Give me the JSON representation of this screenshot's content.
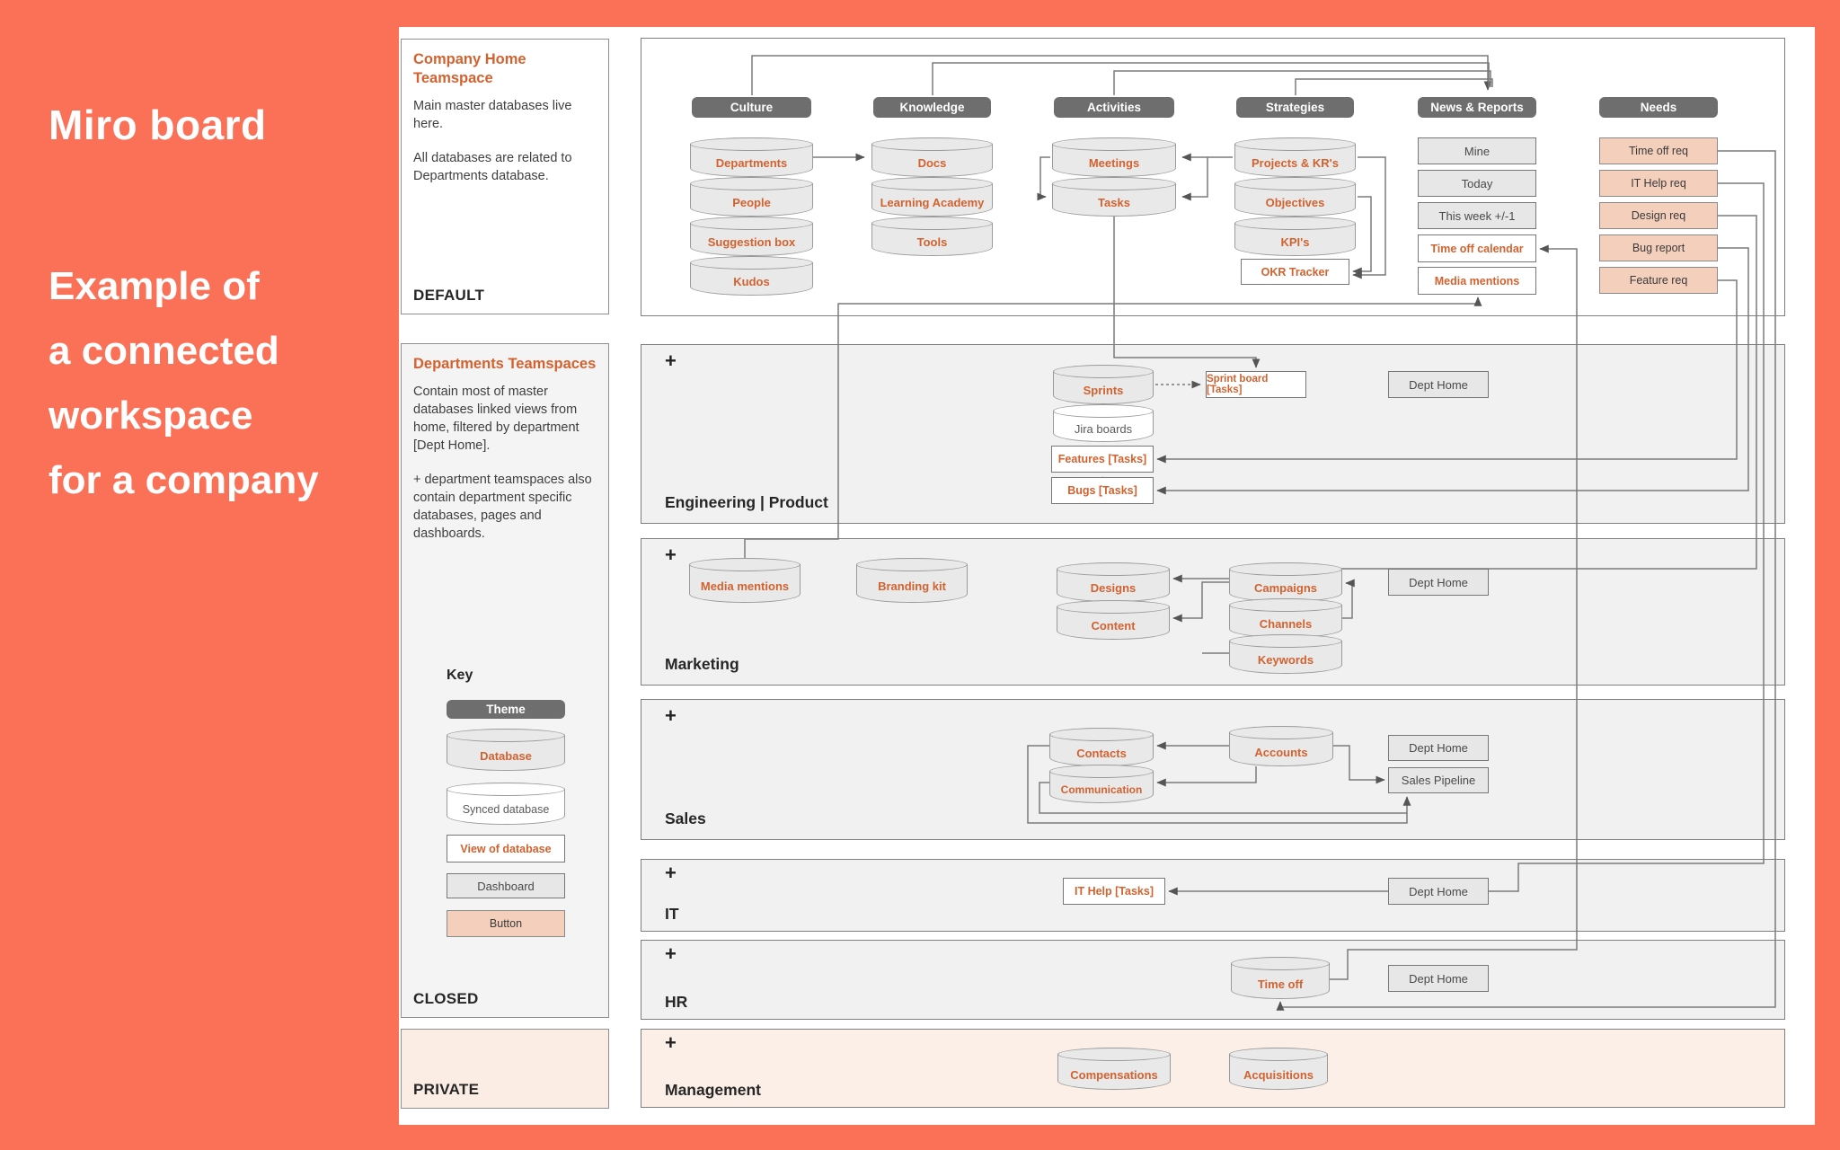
{
  "colors": {
    "background_orange": "#fb7157",
    "text_orange": "#d2622f",
    "theme_pill_gray": "#6e6e6e",
    "button_peach": "#f4cfbc",
    "section_gray": "#f1f1f1",
    "private_pink": "#fbece4"
  },
  "intro": {
    "title": "Miro board",
    "line1": "Example of",
    "line2": "a connected",
    "line3": "workspace",
    "line4": "for a company"
  },
  "panel_home": {
    "title": "Company Home Teamspace",
    "para1": "Main master databases live here.",
    "para2": "All databases are related to Departments database.",
    "footer": "DEFAULT"
  },
  "panel_depts": {
    "title": "Departments Teamspaces",
    "para1": "Contain most of master databases linked views from home, filtered by department [Dept Home].",
    "para2": "+ department teamspaces also contain department specific databases, pages and dashboards.",
    "key_title": "Key",
    "key_theme": "Theme",
    "key_database": "Database",
    "key_synced": "Synced database",
    "key_view": "View of database",
    "key_dashboard": "Dashboard",
    "key_button": "Button",
    "footer": "CLOSED"
  },
  "panel_private": {
    "footer": "PRIVATE"
  },
  "plus": "+",
  "home": {
    "culture": {
      "header": "Culture",
      "db1": "Departments",
      "db2": "People",
      "db3": "Suggestion box",
      "db4": "Kudos"
    },
    "knowledge": {
      "header": "Knowledge",
      "db1": "Docs",
      "db2": "Learning Academy",
      "db3": "Tools"
    },
    "activities": {
      "header": "Activities",
      "db1": "Meetings",
      "db2": "Tasks"
    },
    "strategies": {
      "header": "Strategies",
      "db1": "Projects & KR's",
      "db2": "Objectives",
      "db3": "KPI's",
      "view1": "OKR Tracker"
    },
    "news": {
      "header": "News & Reports",
      "dash1": "Mine",
      "dash2": "Today",
      "dash3": "This week +/-1",
      "view1": "Time off calendar",
      "view2": "Media mentions"
    },
    "needs": {
      "header": "Needs",
      "btn1": "Time off req",
      "btn2": "IT Help req",
      "btn3": "Design req",
      "btn4": "Bug report",
      "btn5": "Feature req"
    }
  },
  "eng": {
    "label": "Engineering | Product",
    "db1": "Sprints",
    "sync1": "Jira boards",
    "view1": "Features [Tasks]",
    "view2": "Bugs [Tasks]",
    "view3": "Sprint board [Tasks]",
    "dash1": "Dept Home"
  },
  "marketing": {
    "label": "Marketing",
    "db1": "Media mentions",
    "db2": "Branding kit",
    "db3": "Designs",
    "db4": "Content",
    "db5": "Campaigns",
    "db6": "Channels",
    "db7": "Keywords",
    "dash1": "Dept Home"
  },
  "sales": {
    "label": "Sales",
    "db1": "Contacts",
    "db2": "Communication",
    "db3": "Accounts",
    "dash1": "Dept Home",
    "dash2": "Sales Pipeline"
  },
  "it": {
    "label": "IT",
    "view1": "IT Help [Tasks]",
    "dash1": "Dept Home"
  },
  "hr": {
    "label": "HR",
    "db1": "Time off",
    "dash1": "Dept Home"
  },
  "mgmt": {
    "label": "Management",
    "db1": "Compensations",
    "db2": "Acquisitions"
  }
}
